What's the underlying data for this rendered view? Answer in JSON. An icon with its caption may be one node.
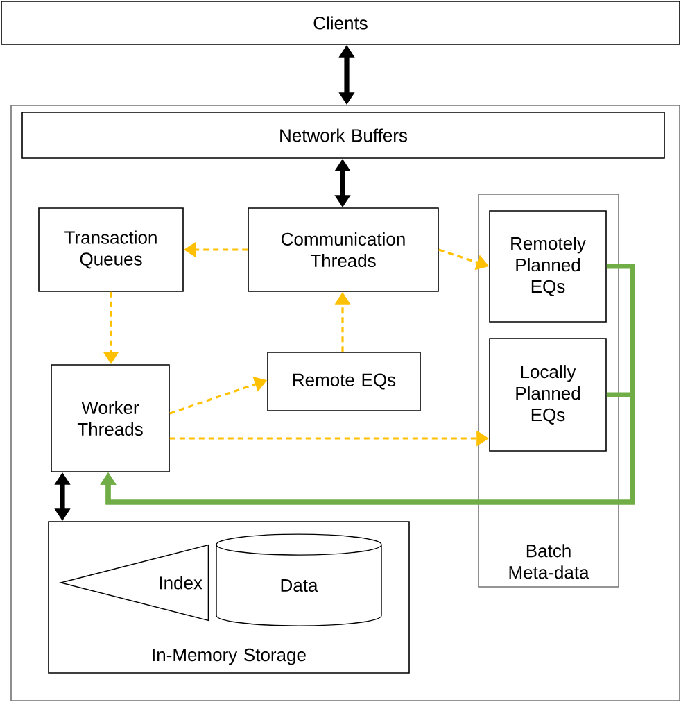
{
  "diagram": {
    "nodes": [
      {
        "text": [
          "Clients"
        ]
      },
      {
        "text": [],
        "shape": "box"
      },
      {
        "text": [
          "Network Buffers"
        ],
        "in": 1
      },
      {
        "text": [
          "Transaction Queues"
        ],
        "in": 1
      },
      {
        "text": [
          "Communication Threads"
        ],
        "in": 1
      },
      {
        "text": [
          "Batch Meta-data"
        ],
        "in": 1
      },
      {
        "text": [
          "Remotely Planned EQs"
        ],
        "in": 5
      },
      {
        "text": [
          "Locally Planned EQs"
        ],
        "in": 5
      },
      {
        "text": [
          "Worker Threads"
        ],
        "in": 1
      },
      {
        "text": [
          "Remote EQs"
        ],
        "in": 1
      },
      {
        "text": [
          "In-Memory Storage"
        ],
        "in": 1
      },
      {
        "text": [
          "Index"
        ],
        "in": 10
      },
      {
        "text": [
          "Data"
        ],
        "in": 10
      }
    ],
    "edges": [
      {
        "from": 0,
        "to": 1,
        "arrow": "both",
        "style": "thick",
        "color": "#000000"
      },
      {
        "from": 2,
        "to": 4,
        "arrow": "both",
        "style": "thick",
        "color": "#000000"
      },
      {
        "from": 4,
        "to": 3,
        "arrow": "to",
        "style": "dashed",
        "color": "#ffc000"
      },
      {
        "from": 4,
        "to": 6,
        "arrow": "to",
        "style": "dashed",
        "color": "#ffc000"
      },
      {
        "from": 3,
        "to": 8,
        "arrow": "to",
        "style": "dashed",
        "color": "#ffc000"
      },
      {
        "from": 8,
        "to": 9,
        "arrow": "to",
        "style": "dashed",
        "color": "#ffc000"
      },
      {
        "from": 9,
        "to": 4,
        "arrow": "to",
        "style": "dashed",
        "color": "#ffc000"
      },
      {
        "from": 8,
        "to": 7,
        "arrow": "to",
        "style": "dashed",
        "color": "#ffc000"
      },
      {
        "from": 6,
        "to": 8,
        "arrow": "to",
        "style": "thick",
        "color": "#70ad47"
      },
      {
        "from": 7,
        "to": 8,
        "arrow": "to",
        "style": "thick",
        "color": "#70ad47"
      },
      {
        "from": 8,
        "to": 10,
        "arrow": "both",
        "style": "thick",
        "color": "#000000"
      }
    ]
  }
}
